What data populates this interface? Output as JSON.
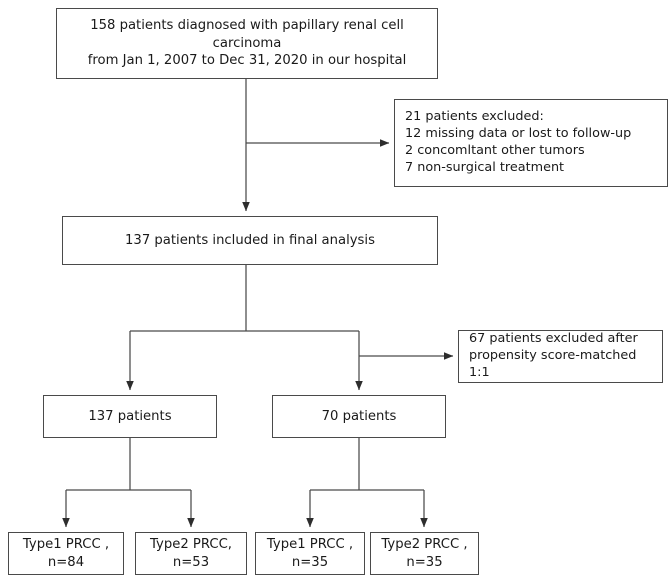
{
  "diagram": {
    "type": "patient-flow-diagram",
    "line_color": "#4a4a4a",
    "text_color": "#1a1a1a",
    "background": "#ffffff",
    "nodes": {
      "enrolled": {
        "text": "158 patients diagnosed with papillary renal cell carcinoma\nfrom Jan 1, 2007 to Dec 31, 2020 in our hospital",
        "count": 158
      },
      "excluded_first": {
        "text": "21 patients excluded:\n    12 missing data or lost to follow-up\n    2 concomltant other tumors\n    7 non-surgical treatment",
        "count": 21,
        "reasons": [
          {
            "label": "missing data or lost to follow-up",
            "count": 12
          },
          {
            "label": "concomltant other tumors",
            "count": 2
          },
          {
            "label": "non-surgical treatment",
            "count": 7
          }
        ]
      },
      "included": {
        "text": "137 patients included in final analysis",
        "count": 137
      },
      "excluded_psm": {
        "text": "67 patients excluded after\npropensity score-matched 1:1",
        "count": 67
      },
      "cohort_all": {
        "text": "137 patients",
        "count": 137
      },
      "cohort_psm": {
        "text": "70 patients",
        "count": 70
      },
      "all_type1": {
        "text": "Type1 PRCC ,\nn=84",
        "count": 84
      },
      "all_type2": {
        "text": "Type2 PRCC,\nn=53",
        "count": 53
      },
      "psm_type1": {
        "text": "Type1 PRCC ,\nn=35",
        "count": 35
      },
      "psm_type2": {
        "text": "Type2 PRCC ,\nn=35",
        "count": 35
      }
    }
  }
}
